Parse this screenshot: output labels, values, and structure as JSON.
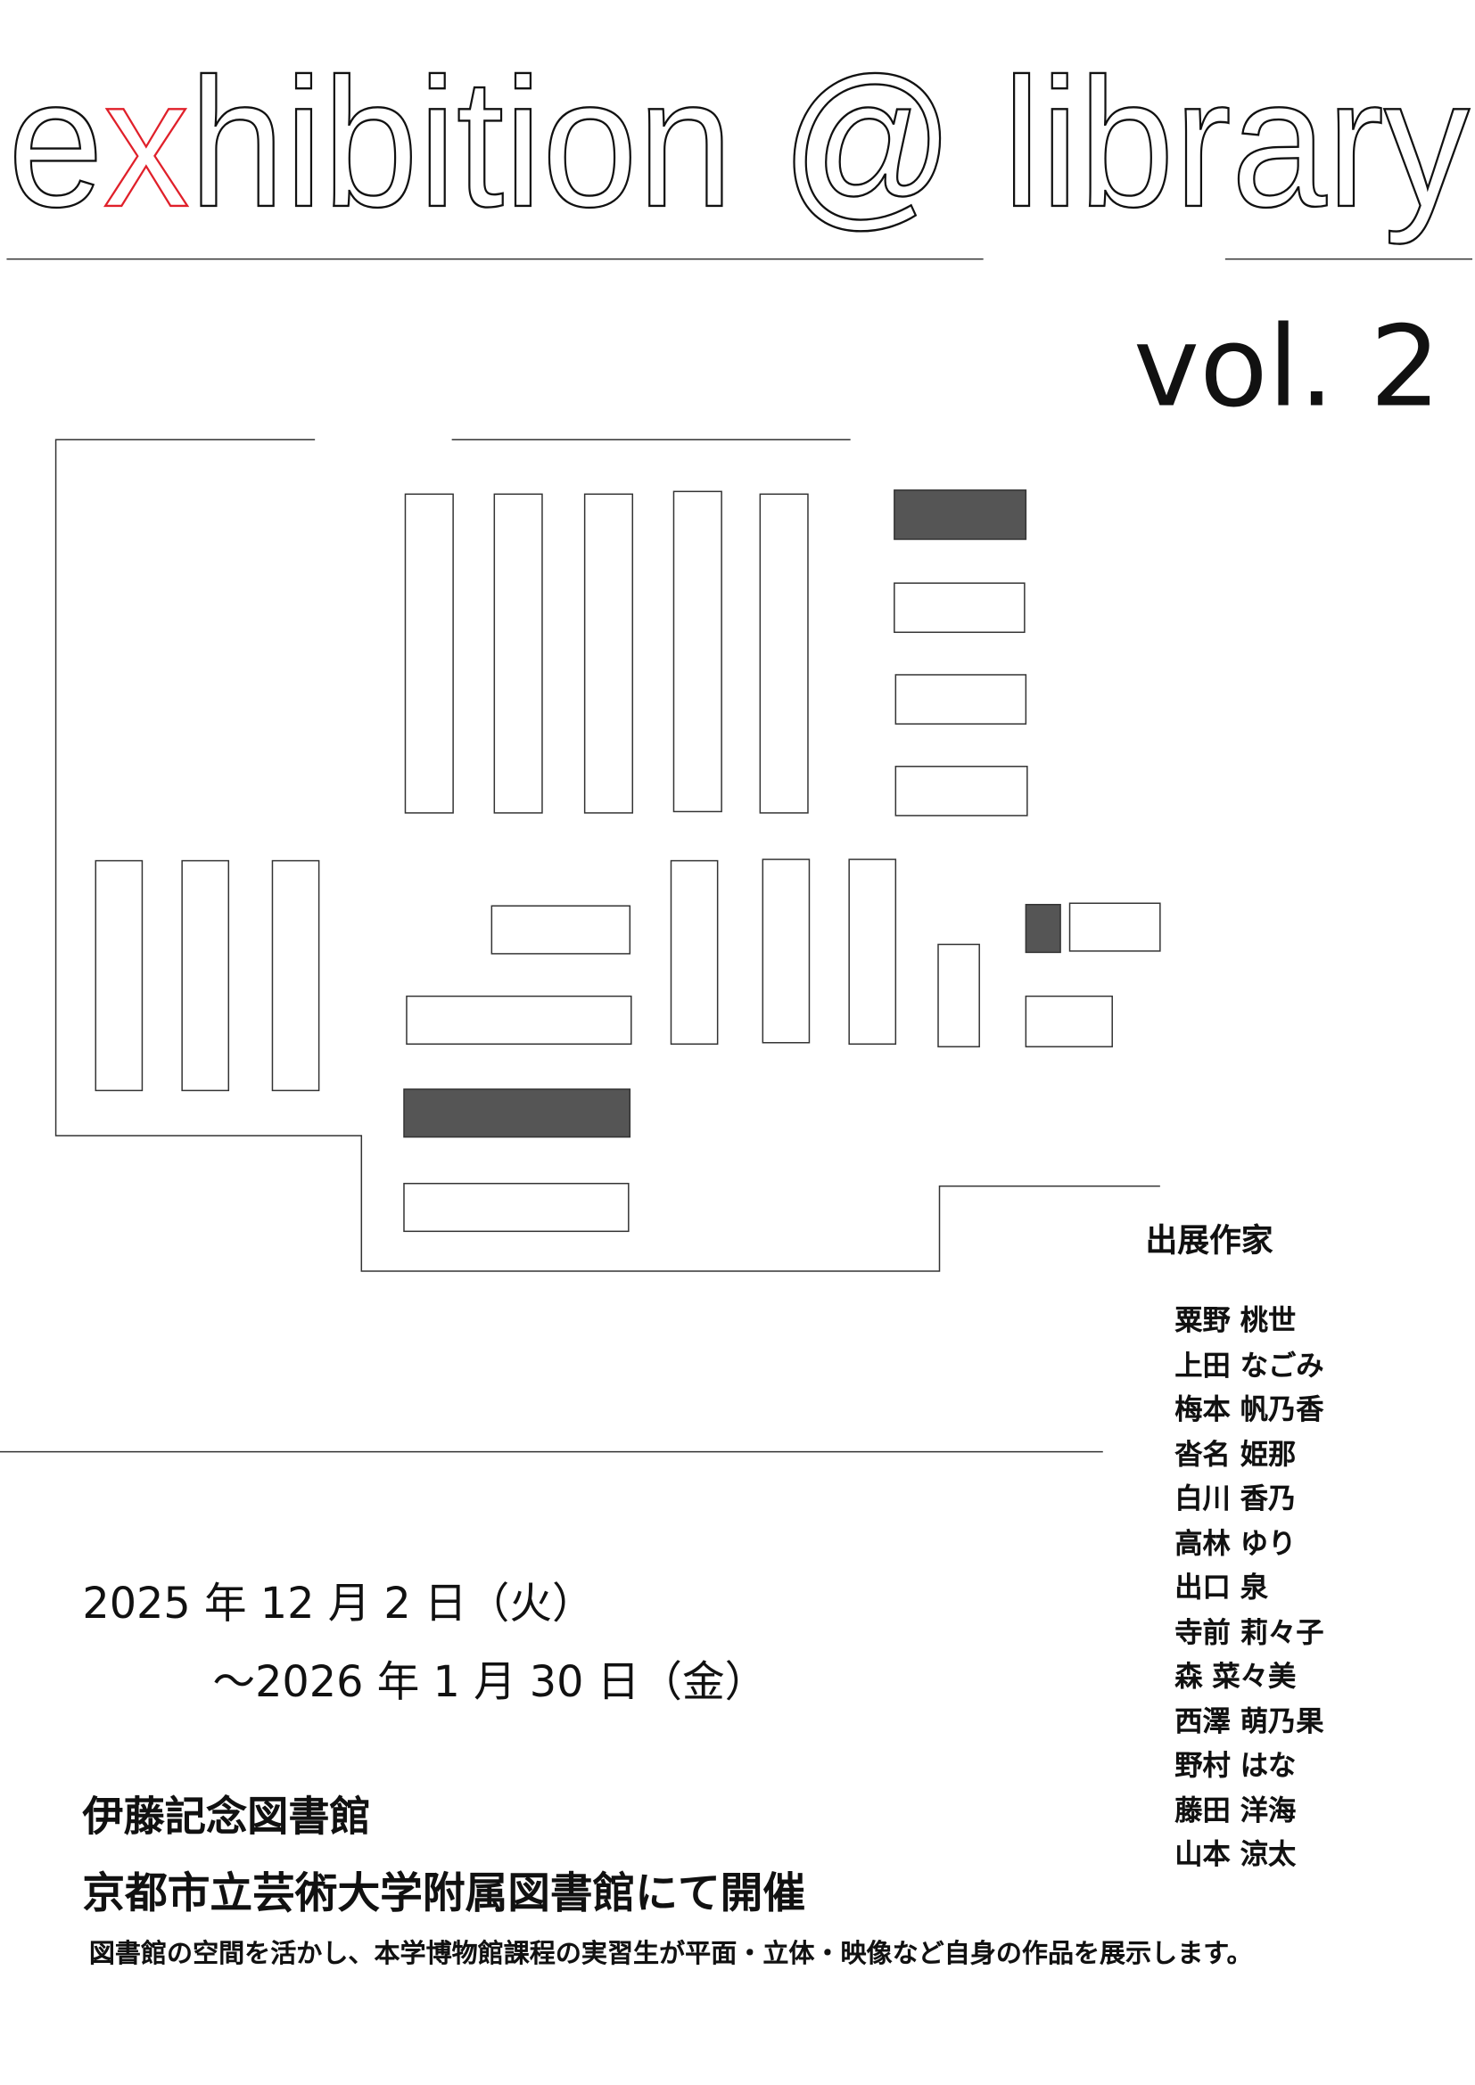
{
  "title": {
    "prefix": "e",
    "accent": "x",
    "rest": "hibition @ library",
    "accent_color": "#e0202a"
  },
  "volume": "vol. 2",
  "artists_heading": "出展作家",
  "artists": [
    "粟野 桃世",
    "上田 なごみ",
    "梅本 帆乃香",
    "沓名 姫那",
    "白川 香乃",
    "高林 ゆり",
    "出口 泉",
    "寺前 莉々子",
    "森 菜々美",
    "西澤 萌乃果",
    "野村 はな",
    "藤田 洋海",
    "山本 涼太"
  ],
  "dates": {
    "start": "2025 年 12 月 2 日（火）",
    "end": "〜2026 年 1 月 30 日（金）"
  },
  "venue": {
    "name": "伊藤記念図書館",
    "host": "京都市立芸術大学附属図書館にて開催"
  },
  "description": "図書館の空間を活かし、本学博物館課程の実習生が平面・立体・映像など自身の作品を展示します。",
  "colors": {
    "highlight_shelf": "#555555"
  }
}
